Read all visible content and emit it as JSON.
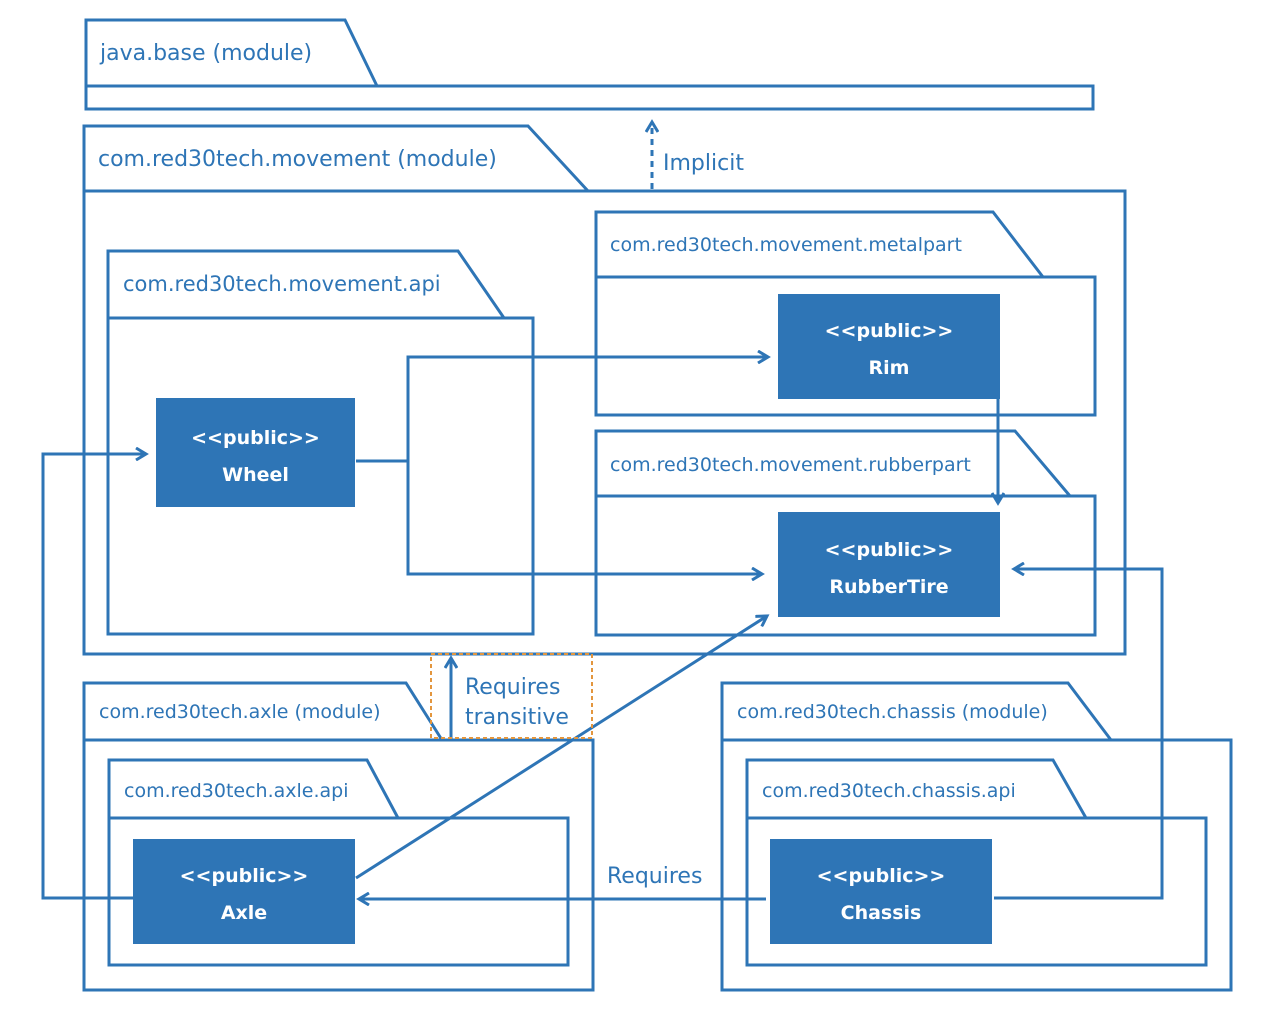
{
  "colors": {
    "line": "#2e75b6",
    "class_fill": "#2e75b6",
    "class_text": "#ffffff",
    "highlight_border": "#e3963e",
    "background": "#ffffff"
  },
  "modules": {
    "java_base": "java.base (module)",
    "movement": "com.red30tech.movement (module)",
    "axle": "com.red30tech.axle (module)",
    "chassis": "com.red30tech.chassis (module)"
  },
  "packages": {
    "movement_api": "com.red30tech.movement.api",
    "metalpart": "com.red30tech.movement.metalpart",
    "rubberpart": "com.red30tech.movement.rubberpart",
    "axle_api": "com.red30tech.axle.api",
    "chassis_api": "com.red30tech.chassis.api"
  },
  "classes": {
    "wheel": {
      "stereotype": "<<public>>",
      "name": "Wheel"
    },
    "rim": {
      "stereotype": "<<public>>",
      "name": "Rim"
    },
    "rubbertire": {
      "stereotype": "<<public>>",
      "name": "RubberTire"
    },
    "axle": {
      "stereotype": "<<public>>",
      "name": "Axle"
    },
    "chassis": {
      "stereotype": "<<public>>",
      "name": "Chassis"
    }
  },
  "relations": {
    "implicit": "Implicit",
    "requires_transitive_1": "Requires",
    "requires_transitive_2": "transitive",
    "requires": "Requires"
  }
}
